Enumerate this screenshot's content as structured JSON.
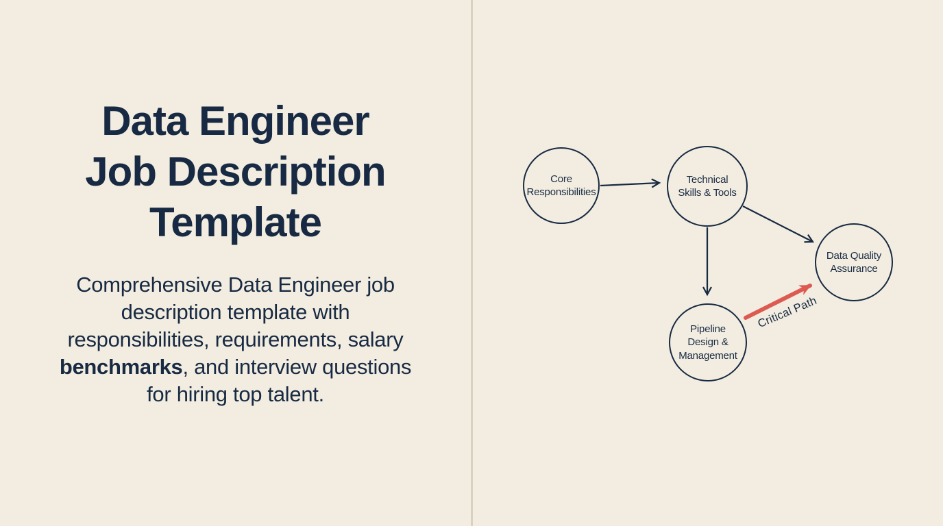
{
  "colors": {
    "bg": "#f2ede0",
    "ink": "#182a43",
    "divider": "#d9d2c0",
    "accent": "#dd5a52"
  },
  "left_panel": {
    "title_lines": [
      "Data Engineer",
      "Job Description",
      "Template"
    ],
    "subtitle": {
      "part1": "Comprehensive Data Engineer job description template with responsibilities, requirements, salary ",
      "bold": "benchmarks",
      "part2": ", and interview questions for hiring top talent."
    }
  },
  "diagram": {
    "nodes": [
      {
        "id": "core-responsibilities",
        "label": "Core\nResponsibilities"
      },
      {
        "id": "technical-skills-tools",
        "label": "Technical\nSkills & Tools"
      },
      {
        "id": "data-quality-assurance",
        "label": "Data Quality\nAssurance"
      },
      {
        "id": "pipeline-design-management",
        "label": "Pipeline\nDesign &\nManagement"
      }
    ],
    "edges": [
      {
        "from": "core-responsibilities",
        "to": "technical-skills-tools",
        "style": "normal"
      },
      {
        "from": "technical-skills-tools",
        "to": "data-quality-assurance",
        "style": "normal"
      },
      {
        "from": "technical-skills-tools",
        "to": "pipeline-design-management",
        "style": "normal"
      },
      {
        "from": "pipeline-design-management",
        "to": "data-quality-assurance",
        "style": "critical"
      }
    ],
    "critical_path_label": "Critical Path"
  }
}
